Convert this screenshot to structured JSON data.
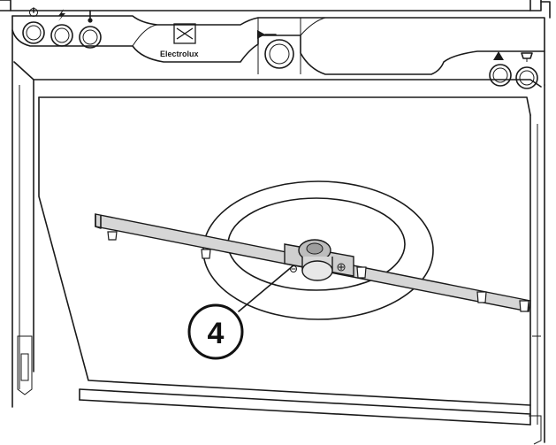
{
  "brand": {
    "name": "Electrolux",
    "logo_icon": "electrolux-logo-icon"
  },
  "control_panel": {
    "left_buttons": [
      {
        "name": "power-button",
        "icon": "power-icon"
      },
      {
        "name": "program-button",
        "icon": "lightning-icon"
      },
      {
        "name": "temperature-button",
        "icon": "thermometer-icon"
      }
    ],
    "center_button": {
      "name": "start-button",
      "icon": "start-arrow-icon"
    },
    "right_buttons": [
      {
        "name": "rinse-aid-button",
        "icon": "triangle-icon"
      },
      {
        "name": "detergent-button",
        "icon": "cup-icon"
      }
    ]
  },
  "callout": {
    "number": "4",
    "target": "spray-arm-hub"
  }
}
